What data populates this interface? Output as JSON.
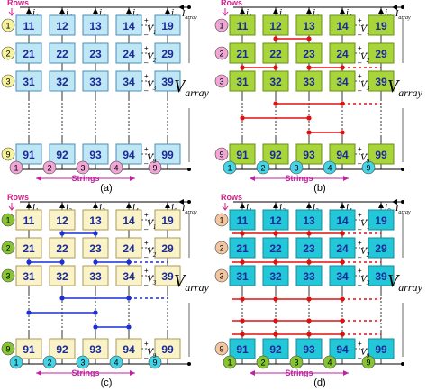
{
  "colors": {
    "cell_a": "#bfe6f4",
    "cell_a_border": "#4a8fb8",
    "cell_b": "#a8d63a",
    "cell_b_border": "#6a8f16",
    "cell_c": "#fbf3c8",
    "cell_c_border": "#a89a5a",
    "cell_d": "#22c8d8",
    "cell_d_border": "#1a8a98",
    "text_blue": "#1a2a9a",
    "tie_red": "#e01010",
    "tie_blue": "#1c2ed8",
    "circle_yellow": "#f7f39a",
    "circle_pink": "#f2a6d6",
    "circle_cyan": "#44d4e6",
    "circle_green": "#86c432",
    "circle_peach": "#f4c6a0",
    "label_pink": "#d0208a",
    "label_magenta": "#c020a0",
    "rows_label": "#d0208a"
  },
  "panels": [
    {
      "id": "a",
      "caption": "(a)",
      "cell_color": "cell_a",
      "tie": "none",
      "row_circle_color": "circle_yellow",
      "string_circle_color": "circle_pink",
      "rows_text": "Rows",
      "strings_text": "Strings",
      "array_label": "V",
      "array_sub": "array",
      "row_labels": [
        "1",
        "2",
        "3",
        "9"
      ],
      "string_labels": [
        "1",
        "2",
        "3",
        "4",
        "9"
      ],
      "cells": [
        [
          "11",
          "12",
          "13",
          "14",
          "19"
        ],
        [
          "21",
          "22",
          "23",
          "24",
          "29"
        ],
        [
          "31",
          "32",
          "33",
          "34",
          "39"
        ],
        [
          "91",
          "92",
          "93",
          "94",
          "99"
        ]
      ],
      "currents": [
        "i",
        "i",
        "i",
        "i",
        "i"
      ],
      "current_subs": [
        "1",
        "2",
        "3",
        "4",
        "9"
      ],
      "voltages": [
        "V",
        "V",
        "V",
        "V"
      ],
      "voltage_subs": [
        "1",
        "2",
        "3",
        "9"
      ],
      "current_array": "I",
      "current_array_sub": "array"
    },
    {
      "id": "b",
      "caption": "(b)",
      "cell_color": "cell_b",
      "tie": "red-partial",
      "row_circle_color": "circle_pink",
      "string_circle_color": "circle_cyan",
      "rows_text": "Rows",
      "strings_text": "Strings",
      "array_label": "V",
      "array_sub": "array",
      "row_labels": [
        "1",
        "2",
        "3",
        "9"
      ],
      "string_labels": [
        "1",
        "2",
        "3",
        "4",
        "9"
      ],
      "cells": [
        [
          "11",
          "12",
          "13",
          "14",
          "19"
        ],
        [
          "21",
          "22",
          "23",
          "24",
          "29"
        ],
        [
          "31",
          "32",
          "33",
          "34",
          "39"
        ],
        [
          "91",
          "92",
          "93",
          "94",
          "99"
        ]
      ],
      "currents": [
        "i",
        "i",
        "i",
        "i",
        "i"
      ],
      "current_subs": [
        "1",
        "2",
        "3",
        "4",
        "9"
      ],
      "voltages": [
        "V",
        "V",
        "V",
        "V"
      ],
      "voltage_subs": [
        "1",
        "2",
        "3",
        "9"
      ],
      "current_array": "I",
      "current_array_sub": "array"
    },
    {
      "id": "c",
      "caption": "(c)",
      "cell_color": "cell_c",
      "tie": "blue-partial",
      "row_circle_color": "circle_green",
      "string_circle_color": "circle_cyan",
      "rows_text": "Rows",
      "strings_text": "Strings",
      "array_label": "V",
      "array_sub": "array",
      "row_labels": [
        "1",
        "2",
        "3",
        "9"
      ],
      "string_labels": [
        "1",
        "2",
        "3",
        "4",
        "9"
      ],
      "cells": [
        [
          "11",
          "12",
          "13",
          "14",
          "19"
        ],
        [
          "21",
          "22",
          "23",
          "24",
          "29"
        ],
        [
          "31",
          "32",
          "33",
          "34",
          "39"
        ],
        [
          "91",
          "92",
          "93",
          "94",
          "99"
        ]
      ],
      "currents": [
        "i",
        "i",
        "i",
        "i",
        "i"
      ],
      "current_subs": [
        "1",
        "2",
        "3",
        "4",
        "9"
      ],
      "voltages": [
        "V",
        "V",
        "V",
        "V"
      ],
      "voltage_subs": [
        "1",
        "2",
        "3",
        "9"
      ],
      "current_array": "I",
      "current_array_sub": "array"
    },
    {
      "id": "d",
      "caption": "(d)",
      "cell_color": "cell_d",
      "tie": "red-full",
      "row_circle_color": "circle_peach",
      "string_circle_color": "circle_green",
      "rows_text": "Rows",
      "strings_text": "Strings",
      "array_label": "V",
      "array_sub": "array",
      "row_labels": [
        "1",
        "2",
        "3",
        "9"
      ],
      "string_labels": [
        "1",
        "2",
        "3",
        "4",
        "9"
      ],
      "cells": [
        [
          "11",
          "12",
          "13",
          "14",
          "19"
        ],
        [
          "21",
          "22",
          "23",
          "24",
          "29"
        ],
        [
          "31",
          "32",
          "33",
          "34",
          "39"
        ],
        [
          "91",
          "92",
          "93",
          "94",
          "99"
        ]
      ],
      "currents": [
        "i",
        "i",
        "i",
        "i",
        "i"
      ],
      "current_subs": [
        "1",
        "2",
        "3",
        "4",
        "9"
      ],
      "voltages": [
        "V",
        "V",
        "V",
        "V"
      ],
      "voltage_subs": [
        "1",
        "2",
        "3",
        "9"
      ],
      "current_array": "I",
      "current_array_sub": "array"
    }
  ]
}
